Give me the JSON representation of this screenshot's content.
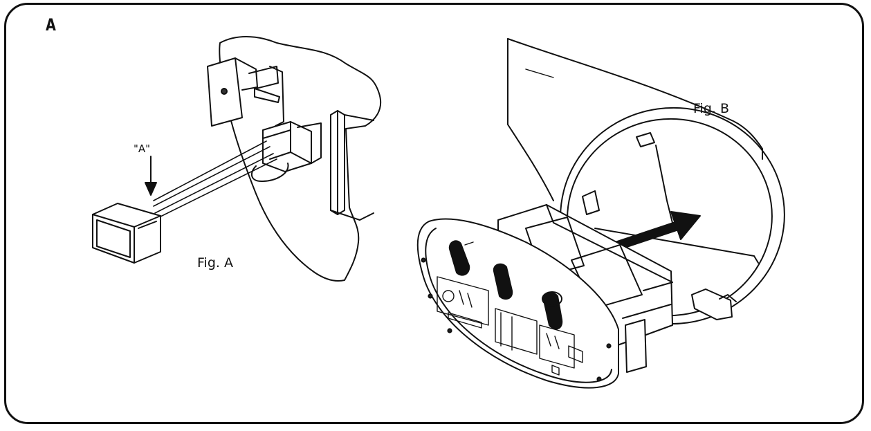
{
  "panel": {
    "letter": "A"
  },
  "figures": {
    "fig_a": {
      "label": "Fig. A",
      "marker": "\"A\""
    },
    "fig_b": {
      "label": "Fig. B"
    }
  }
}
